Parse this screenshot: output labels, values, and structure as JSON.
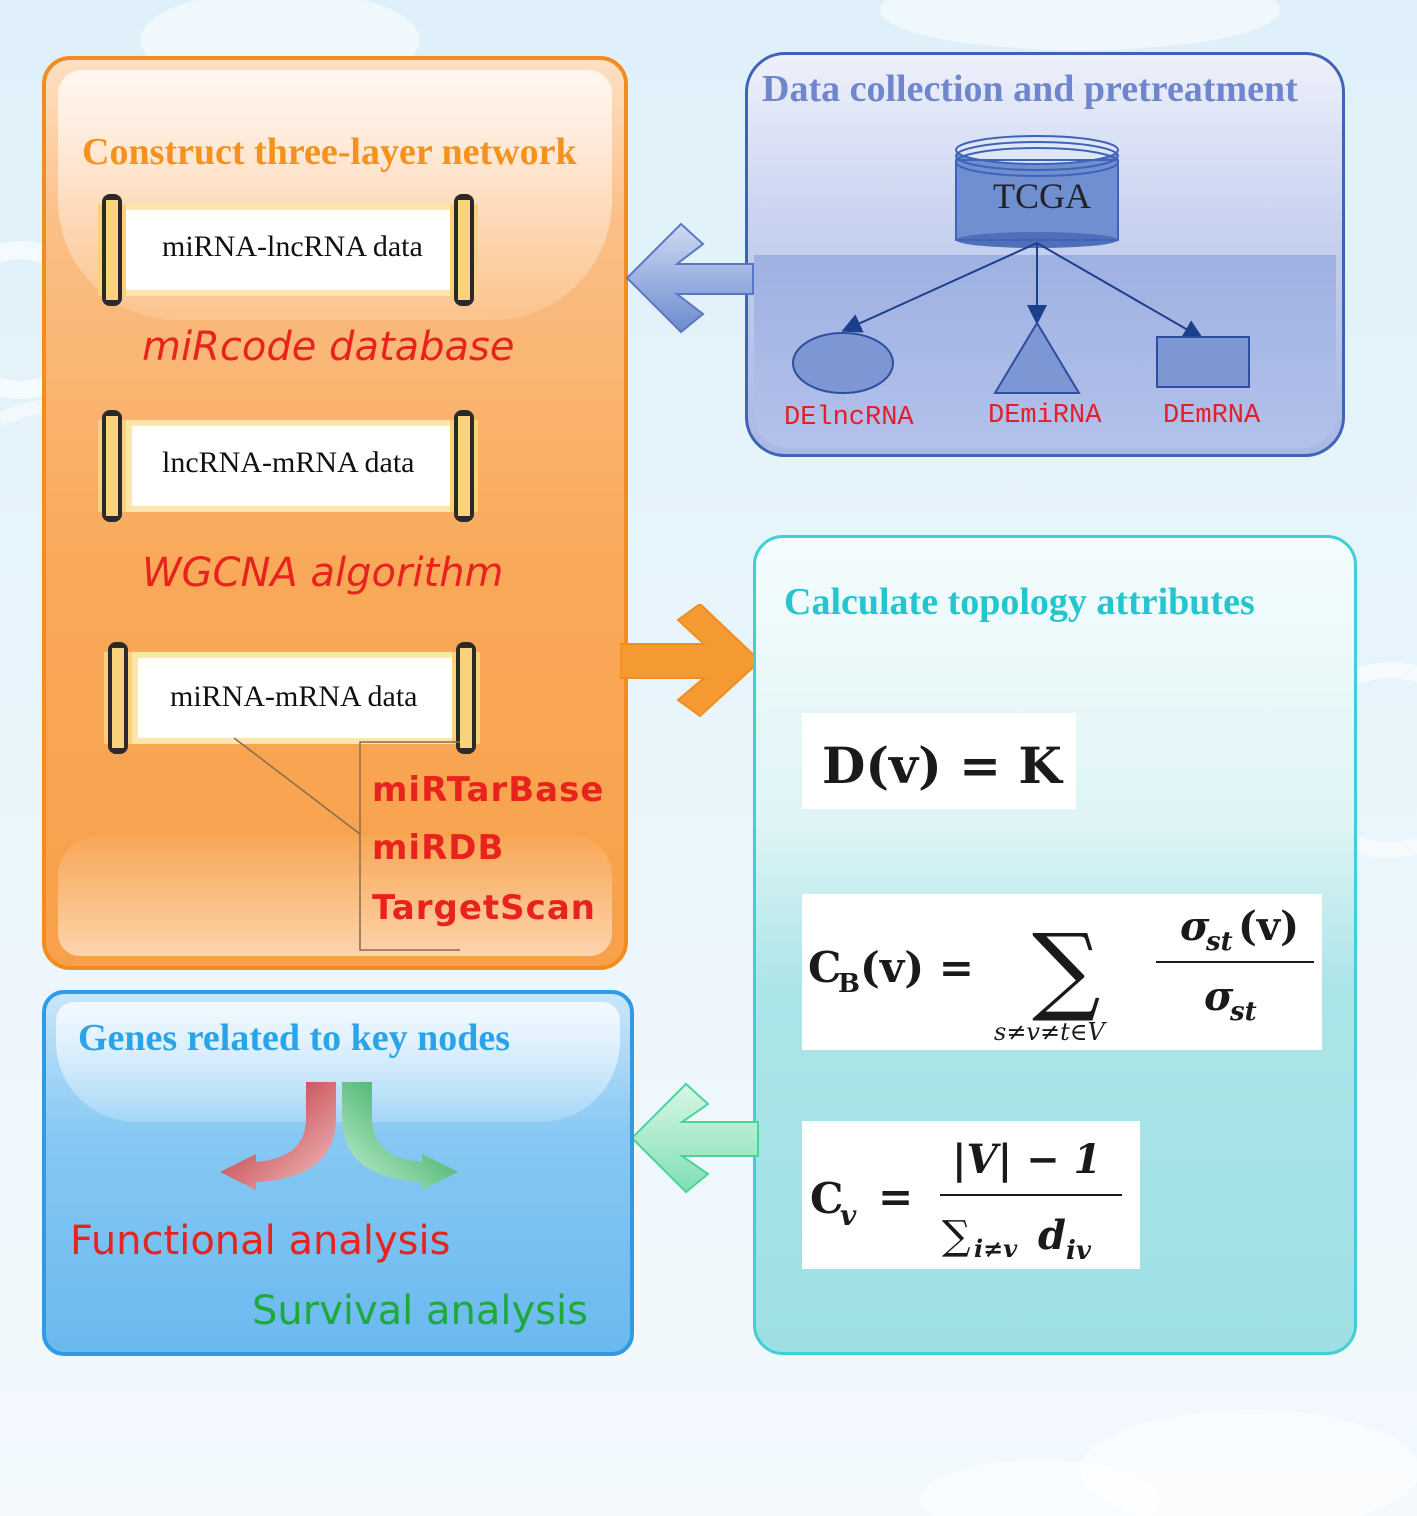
{
  "construct": {
    "title": "Construct three-layer network",
    "scroll1": "miRNA-lncRNA data",
    "source1": "miRcode database",
    "scroll2": "lncRNA-mRNA data",
    "source2": "WGCNA algorithm",
    "scroll3": "miRNA-mRNA data",
    "sources3": [
      "miRTarBase",
      "miRDB",
      "TargetScan"
    ]
  },
  "data_panel": {
    "title": "Data collection and pretreatment",
    "database": "TCGA",
    "outputs": [
      "DElncRNA",
      "DEmiRNA",
      "DEmRNA"
    ]
  },
  "topology": {
    "title": "Calculate topology attributes"
  },
  "genes": {
    "title": "Genes related to key nodes",
    "analysis1": "Functional analysis",
    "analysis2": "Survival analysis"
  },
  "colors": {
    "orange": "#f28c1e",
    "data_blue": "#3f63b8",
    "teal": "#3fcfd4",
    "genes_blue": "#2f9ae6",
    "red_text": "#e8231e",
    "green_text": "#1fa83c"
  }
}
